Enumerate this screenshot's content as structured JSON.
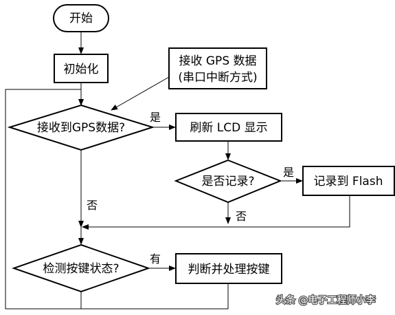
{
  "nodes": {
    "start": "开始",
    "init": "初始化",
    "gps_note_line1": "接收 GPS 数据",
    "gps_note_line2": "(串口中断方式)",
    "gps_check": "接收到GPS数据?",
    "refresh_lcd": "刷新 LCD 显示",
    "record_check": "是否记录?",
    "record_flash": "记录到 Flash",
    "key_check": "检测按键状态?",
    "key_handle": "判断并处理按键"
  },
  "edges": {
    "gps_yes": "是",
    "gps_no": "否",
    "record_yes": "是",
    "record_no": "否",
    "key_yes": "有"
  },
  "watermark": "头条 @电子工程师小李"
}
